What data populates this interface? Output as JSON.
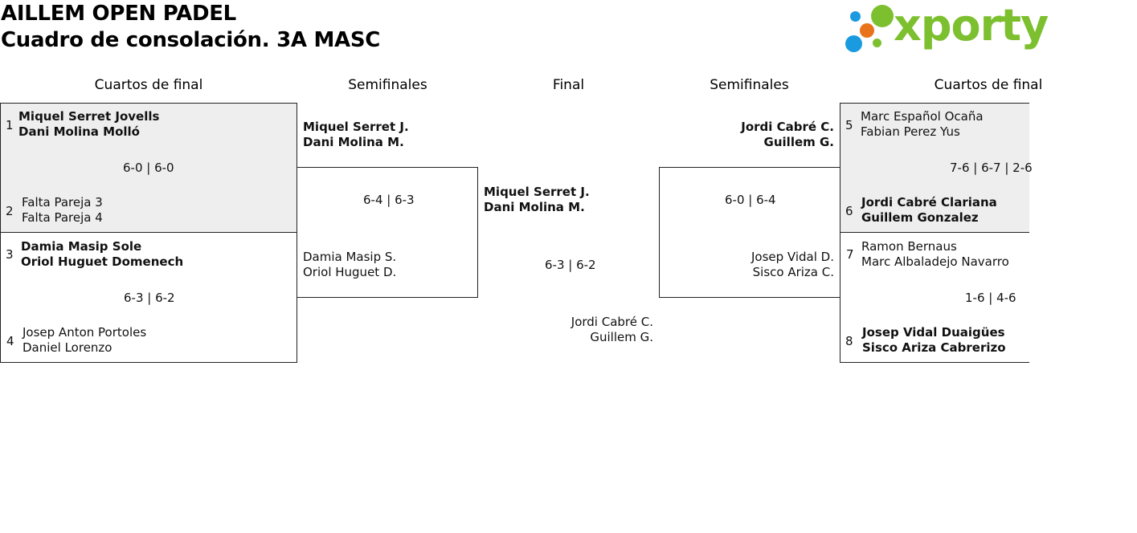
{
  "header": {
    "title_line1": "AILLEM OPEN PADEL",
    "title_line2": "Cuadro de consolación. 3A MASC",
    "logo_text": "xporty",
    "logo_colors": {
      "blue": "#1a9be0",
      "green": "#7cbf2f",
      "orange": "#e8731a"
    }
  },
  "rounds": {
    "left_quarters": "Cuartos de final",
    "left_semis": "Semifinales",
    "final": "Final",
    "right_semis": "Semifinales",
    "right_quarters": "Cuartos de final"
  },
  "left_quarters": [
    {
      "top": {
        "seed": "1",
        "p1": "Miquel Serret Jovells",
        "p2": "Dani Molina Molló"
      },
      "bottom": {
        "seed": "2",
        "p1": "Falta Pareja 3",
        "p2": "Falta Pareja 4"
      },
      "score": "6-0 | 6-0"
    },
    {
      "top": {
        "seed": "3",
        "p1": "Damia Masip Sole",
        "p2": "Oriol Huguet Domenech"
      },
      "bottom": {
        "seed": "4",
        "p1": "Josep Anton Portoles",
        "p2": "Daniel Lorenzo"
      },
      "score": "6-3 | 6-2"
    }
  ],
  "left_semi": {
    "top": {
      "p1": "Miquel Serret J.",
      "p2": "Dani Molina M."
    },
    "bottom": {
      "p1": "Damia Masip S.",
      "p2": "Oriol Huguet D."
    },
    "score": "6-4 | 6-3"
  },
  "final": {
    "top": {
      "p1": "Miquel Serret J.",
      "p2": "Dani Molina M."
    },
    "bottom": {
      "p1": "Jordi Cabré C.",
      "p2": "Guillem G."
    },
    "score": "6-3 | 6-2"
  },
  "right_semi": {
    "top": {
      "p1": "Jordi Cabré C.",
      "p2": "Guillem G."
    },
    "bottom": {
      "p1": "Josep Vidal D.",
      "p2": "Sisco Ariza C."
    },
    "score": "6-0 | 6-4"
  },
  "right_quarters": [
    {
      "top": {
        "seed": "5",
        "p1": "Marc Español Ocaña",
        "p2": "Fabian Perez Yus"
      },
      "bottom": {
        "seed": "6",
        "p1": "Jordi Cabré Clariana",
        "p2": "Guillem Gonzalez"
      },
      "score": "7-6 | 6-7 | 2-6"
    },
    {
      "top": {
        "seed": "7",
        "p1": "Ramon Bernaus",
        "p2": "Marc Albaladejo Navarro"
      },
      "bottom": {
        "seed": "8",
        "p1": "Josep Vidal Duaigües",
        "p2": "Sisco Ariza Cabrerizo"
      },
      "score": "1-6 | 4-6"
    }
  ]
}
